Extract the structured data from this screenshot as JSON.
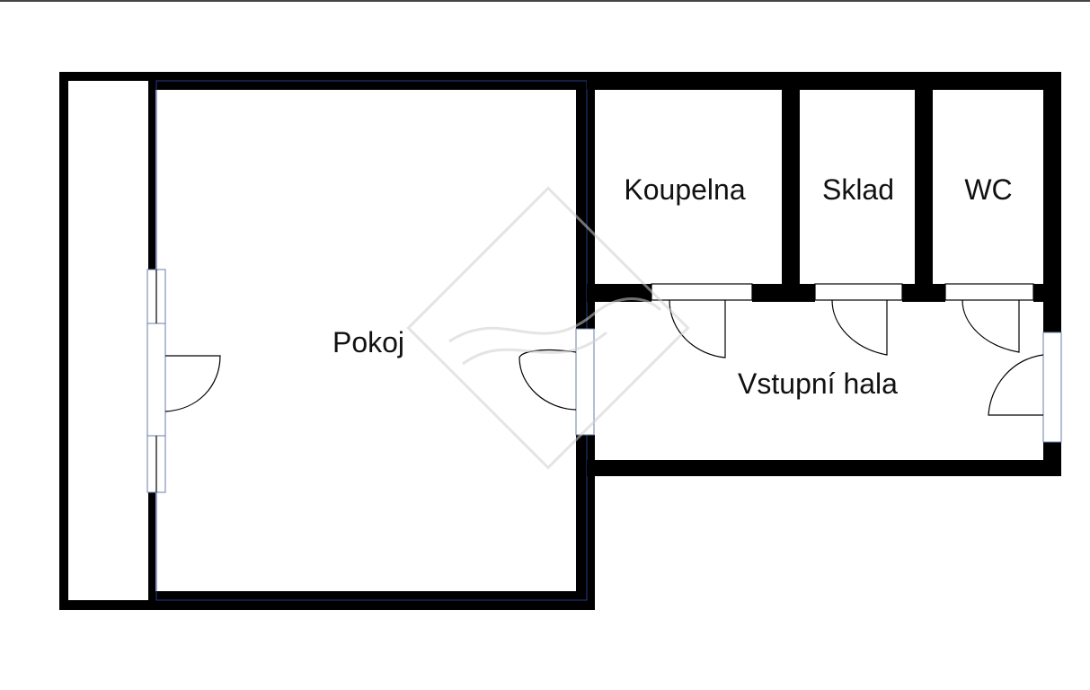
{
  "rooms": {
    "pokoj": "Pokoj",
    "koupelna": "Koupelna",
    "sklad": "Sklad",
    "wc": "WC",
    "hala": "Vstupní hala"
  },
  "colors": {
    "wall": "#000000",
    "background": "#ffffff",
    "outline": "#2a3a8a",
    "watermark": "#cfcfcf"
  },
  "icons": {
    "watermark": "diamond-watermark-icon"
  }
}
